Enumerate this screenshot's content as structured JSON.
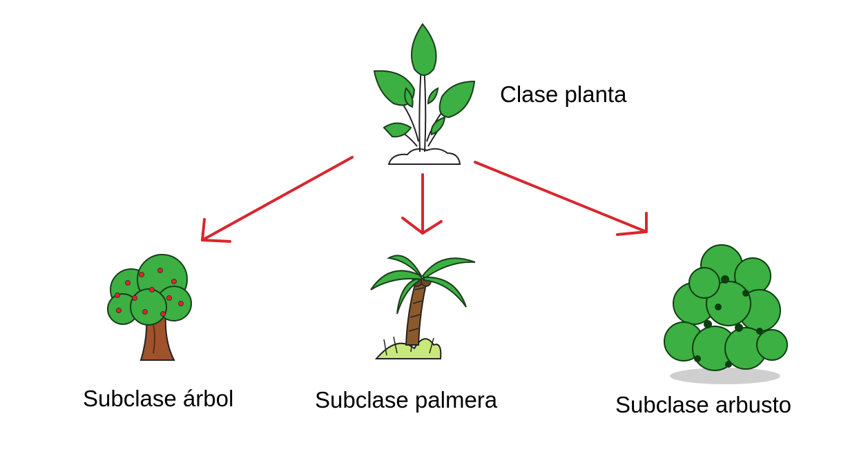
{
  "diagram": {
    "root": {
      "label": "Clase planta",
      "icon": "plant-icon"
    },
    "children": [
      {
        "label": "Subclase árbol",
        "icon": "tree-icon"
      },
      {
        "label": "Subclase palmera",
        "icon": "palm-tree-icon"
      },
      {
        "label": "Subclase arbusto",
        "icon": "bush-icon"
      }
    ],
    "arrow_color": "#d9262e",
    "leaf_color": "#3cb043",
    "dark_green": "#1f7a23",
    "trunk_color": "#a0522d",
    "fruit_color": "#e0252b"
  }
}
